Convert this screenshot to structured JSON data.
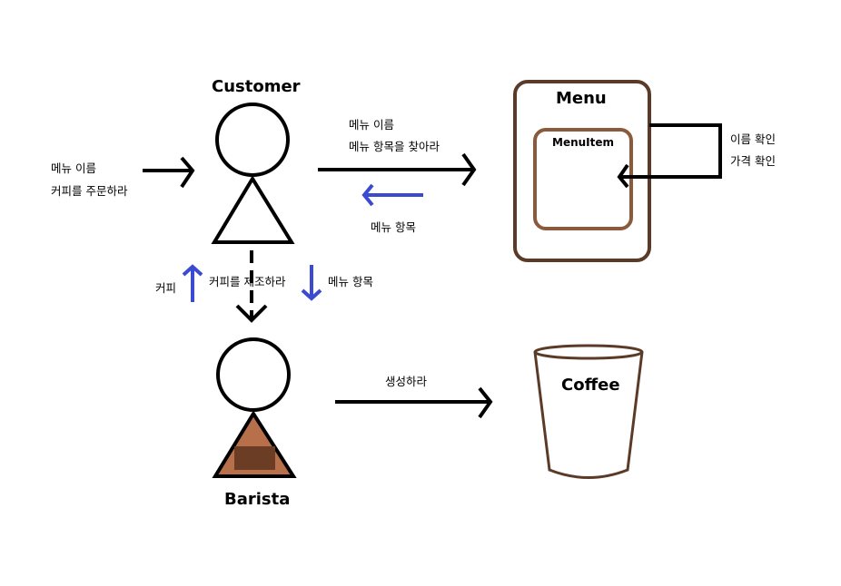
{
  "colors": {
    "black": "#000000",
    "blue_arrow": "#3b4bd1",
    "menu_border": "#5c3a28",
    "menuitem_border": "#8b5a3c",
    "coffee_cup": "#5c3a28",
    "barista_apron": "#b8704a",
    "barista_pocket": "#6b3d25"
  },
  "actors": {
    "customer": "Customer",
    "barista": "Barista"
  },
  "objects": {
    "menu": "Menu",
    "menu_item": "MenuItem",
    "coffee": "Coffee"
  },
  "messages": {
    "order_line1": "메뉴 이름",
    "order_line2": "커피를 주문하라",
    "find_line1": "메뉴 이름",
    "find_line2": "메뉴 항목을 찾아라",
    "return_menu_item": "메뉴 항목",
    "check_name": "이름 확인",
    "check_price": "가격 확인",
    "coffee_return": "커피",
    "make_coffee": "커피를 제조하라",
    "menu_item_pass": "메뉴 항목",
    "create": "생성하라"
  }
}
